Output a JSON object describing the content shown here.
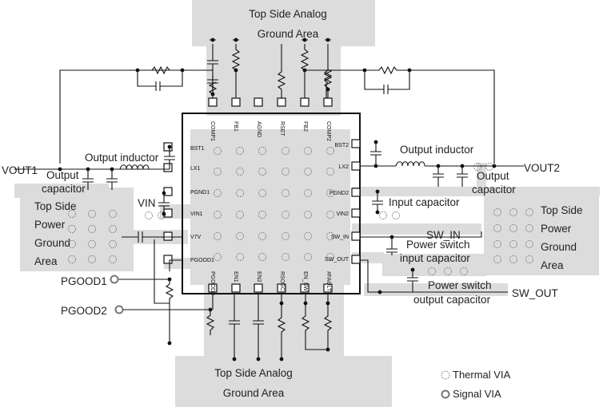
{
  "areas": {
    "top_analog": [
      "Top Side Analog",
      "Ground Area"
    ],
    "bottom_analog": [
      "Top Side Analog",
      "Ground Area"
    ],
    "left_power": [
      "Top Side",
      "Power",
      "Ground",
      "Area"
    ],
    "right_power": [
      "Top Side",
      "Power",
      "Ground",
      "Area"
    ]
  },
  "pins": {
    "top": [
      "COMP1",
      "FB1",
      "AGND",
      "RSET",
      "FB2",
      "COMP2"
    ],
    "left": [
      "BST1",
      "LX1",
      "PGND1",
      "VIN1",
      "V7V",
      "PGOOD1"
    ],
    "right": [
      "BST2",
      "LX2",
      "PGND2",
      "VIN2",
      "SW_IN",
      "SW_OUT"
    ],
    "bottom": [
      "PGOOD2",
      "EN1",
      "EN2",
      "RSOSC",
      "EN_SW",
      "#FAULT"
    ]
  },
  "labels": {
    "vout1": "VOUT1",
    "vout2": "VOUT2",
    "out_ind_left": "Output inductor",
    "out_ind_right": "Output inductor",
    "out_cap_left": [
      "Output",
      "capacitor"
    ],
    "out_cap_right": [
      "Output",
      "capacitor"
    ],
    "vin": "VIN",
    "input_cap_right": "Input  capacitor",
    "sw_in": "SW_IN",
    "sw_in_cap": [
      "Power switch",
      "input capacitor"
    ],
    "sw_out_cap": [
      "Power switch",
      "output capacitor"
    ],
    "sw_out": "SW_OUT",
    "pgood1": "PGOOD1",
    "pgood2": "PGOOD2"
  },
  "legend": {
    "thermal_via": "Thermal VIA",
    "signal_via": "Signal VIA"
  }
}
